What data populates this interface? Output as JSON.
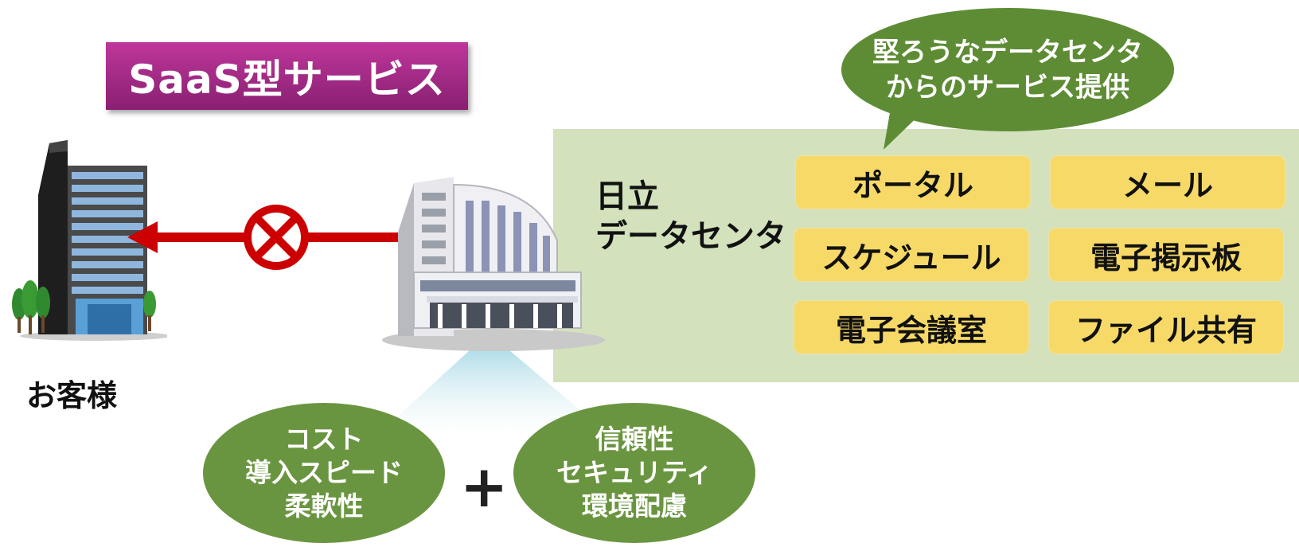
{
  "title": "SaaS型サービス",
  "customer": {
    "label": "お客様"
  },
  "datacenter": {
    "line1": "日立",
    "line2": "データセンタ"
  },
  "callout": {
    "line1": "堅ろうなデータセンタ",
    "line2": "からのサービス提供"
  },
  "services": [
    "ポータル",
    "メール",
    "スケジュール",
    "電子掲示板",
    "電子会議室",
    "ファイル共有"
  ],
  "benefits_left": [
    "コスト",
    "導入スピード",
    "柔軟性"
  ],
  "benefits_right": [
    "信頼性",
    "セキュリティ",
    "環境配慮"
  ],
  "plus_sign": "+",
  "colors": {
    "title_bg": "#a02a84",
    "panel_bg": "#d3e2bd",
    "tile_bg": "#f7d968",
    "bubble_green": "#5e8c35",
    "arrow_red": "#cc0000"
  },
  "icons": [
    "office-building-icon",
    "datacenter-building-icon",
    "blocked-circle-icon",
    "tree-icon"
  ]
}
